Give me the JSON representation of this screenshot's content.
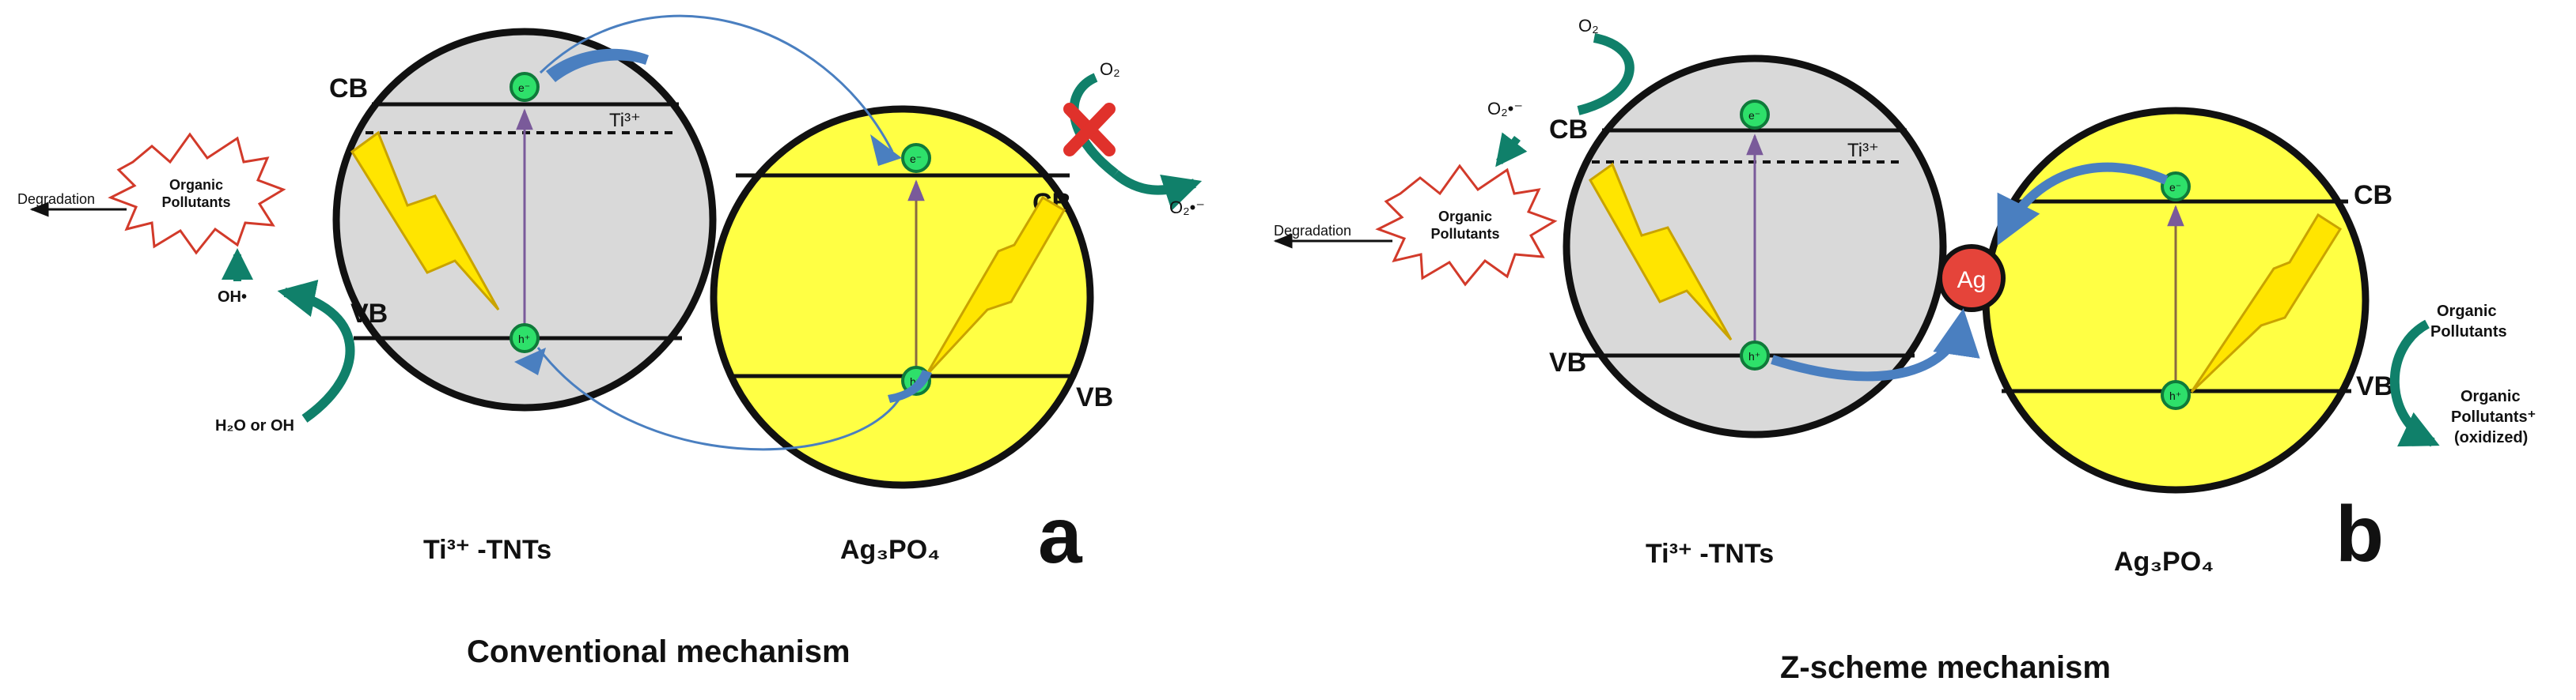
{
  "panel_a": {
    "letter": "a",
    "caption": "Conventional mechanism",
    "cb_left": "CB",
    "vb_left": "VB",
    "cb_right": "CB",
    "vb_right": "VB",
    "ti3_level": "Ti³⁺",
    "pollutants": "Organic Pollutants",
    "degradation": "Degradation",
    "oh_radical": "OH•",
    "water": "H₂O or OH",
    "o2": "O₂",
    "o2_radical": "O₂•⁻",
    "electron": "e⁻",
    "hole": "h⁺",
    "label_tnts": "Ti³⁺ -TNTs",
    "label_ag3po4": "Ag₃PO₄"
  },
  "panel_b": {
    "letter": "b",
    "caption": "Z-scheme mechanism",
    "cb_left": "CB",
    "vb_left": "VB",
    "cb_right": "CB",
    "vb_right": "VB",
    "ti3_level": "Ti³⁺",
    "pollutants": "Organic Pollutants",
    "degradation": "Degradation",
    "o2": "O₂",
    "o2_radical": "O₂•⁻",
    "ag": "Ag",
    "electron": "e⁻",
    "hole": "h⁺",
    "organic_pollutants_out": "Organic Pollutants",
    "organic_pollutants_oxidized": "Organic Pollutants⁺ (oxidized)",
    "label_tnts": "Ti³⁺ -TNTs",
    "label_ag3po4": "Ag₃PO₄"
  },
  "colors": {
    "tnts_fill": "#d9d9d9",
    "ag3po4_fill": "#ffff44",
    "electron_green": "#2ee06a",
    "arrow_blue": "#4a7fc0",
    "arrow_teal": "#10806a",
    "ag_red": "#e5443a",
    "cross_red": "#e0312b",
    "lightning_yellow": "#ffe500",
    "burst_red": "#d23a2a"
  }
}
